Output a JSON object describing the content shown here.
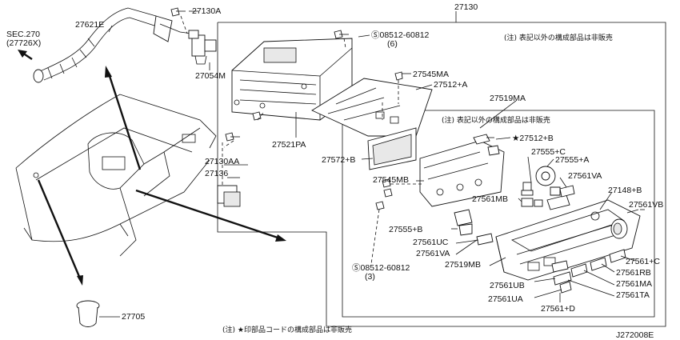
{
  "diagram_id": "J272008E",
  "sec_ref": {
    "line1": "SEC.270",
    "line2": "(27726X)"
  },
  "labels": {
    "l27130": "27130",
    "l27621E": "27621E",
    "l27130A": "27130A",
    "l27054M": "27054M",
    "screw_top_code": "08512-60812",
    "screw_top_qty": "(6)",
    "l27545MA": "27545MA",
    "l27512A": "27512+A",
    "l27519MA": "27519MA",
    "l27521PA": "27521PA",
    "l27512B": "27512+B",
    "l27572B": "27572+B",
    "l27555C": "27555+C",
    "l27555A": "27555+A",
    "l27545MB": "27545MB",
    "l27561VA_r": "27561VA",
    "l27561MB": "27561MB",
    "l27148B": "27148+B",
    "l27561VB": "27561VB",
    "l27130AA": "27130AA",
    "l27136": "27136",
    "l27555B": "27555+B",
    "l27561UC": "27561UC",
    "l27561VA_l": "27561VA",
    "l27519MB": "27519MB",
    "screw_bot_code": "08512-60812",
    "screw_bot_qty": "(3)",
    "l27561C": "27561+C",
    "l27561RB": "27561RB",
    "l27561UB": "27561UB",
    "l27561MA": "27561MA",
    "l27561UA": "27561UA",
    "l27561TA": "27561TA",
    "l27561D": "27561+D",
    "l27705": "27705"
  },
  "notes": {
    "top_right": "(注) 表記以外の構成部品は非販売",
    "inner": "(注) 表記以外の構成部品は非販売",
    "bottom": "(注) ★印部品コードの構成部品は非販売"
  }
}
